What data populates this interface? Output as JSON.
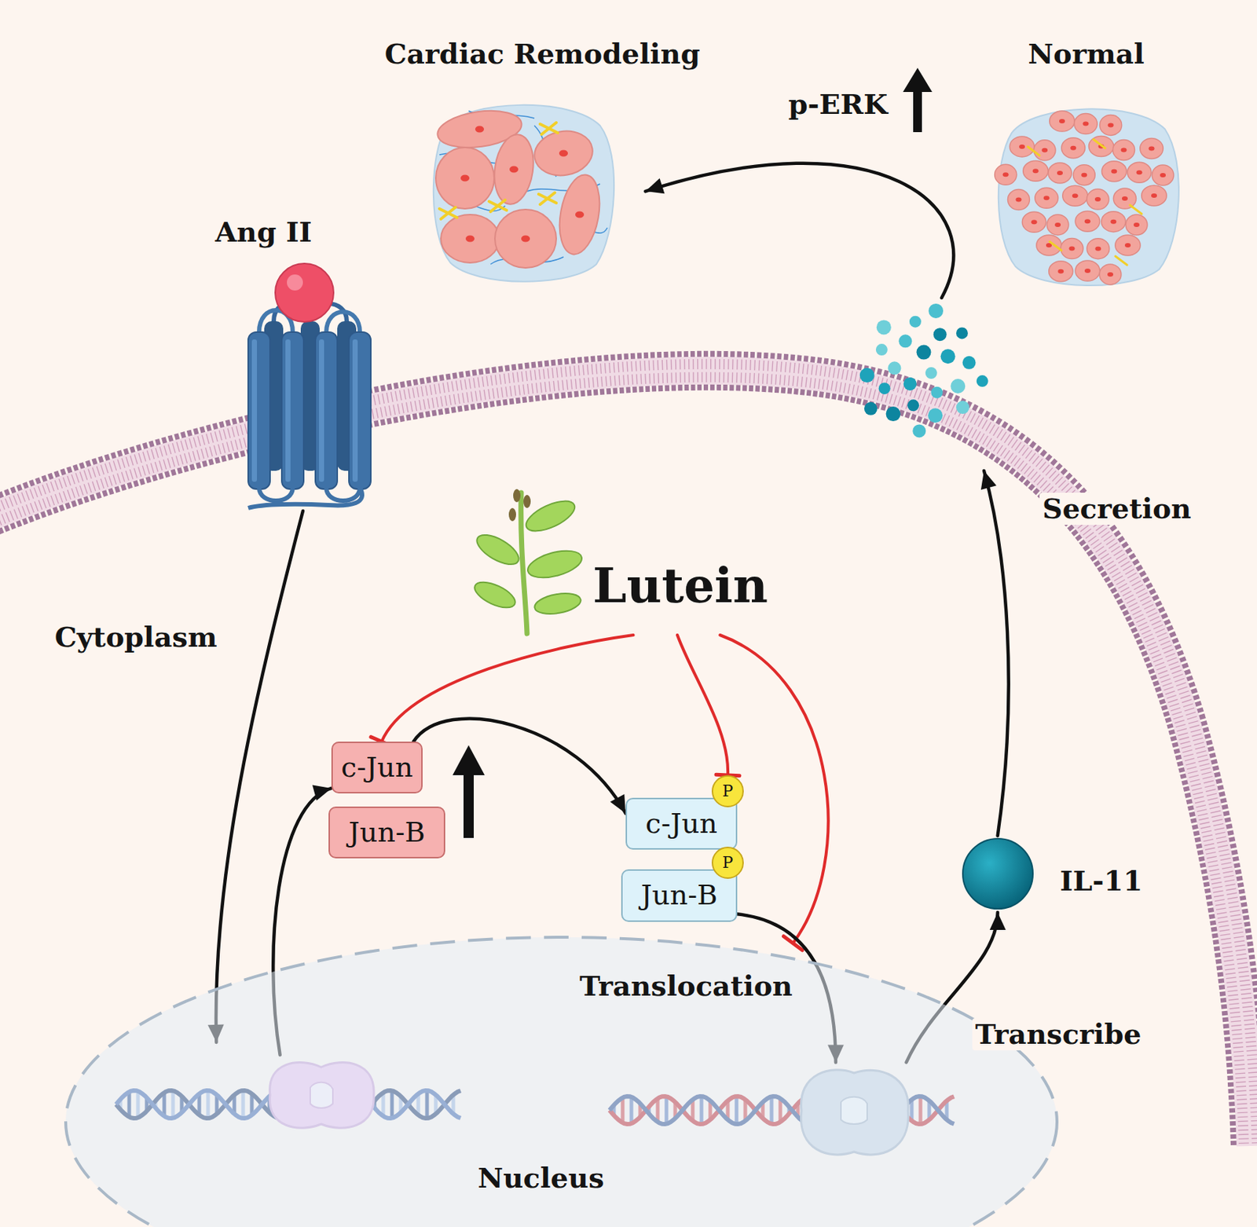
{
  "diagram": {
    "nodes": [
      {
        "text": [
          "Cardiac Remodeling"
        ]
      },
      {
        "text": [
          "Normal"
        ]
      },
      {
        "text": [
          "Ang II"
        ]
      },
      {
        "text": [
          "Lutein"
        ]
      },
      {
        "text": [
          "c-Jun"
        ]
      },
      {
        "text": [
          "Jun-B"
        ]
      },
      {
        "text": [
          "c-Jun"
        ]
      },
      {
        "text": [
          "P"
        ],
        "in": 6
      },
      {
        "text": [
          "Jun-B"
        ]
      },
      {
        "text": [
          "P"
        ],
        "in": 8
      },
      {
        "text": [
          "IL-11"
        ]
      },
      {
        "text": [
          "Nucleus"
        ]
      }
    ],
    "edges": [
      {
        "from": 2,
        "to": 11,
        "arrow": "to"
      },
      {
        "from": 11,
        "to": 4,
        "arrow": "to"
      },
      {
        "from": 4,
        "to": 6,
        "arrow": "to"
      },
      {
        "from": 3,
        "to": 4,
        "arrow": "to"
      },
      {
        "from": 3,
        "to": 7,
        "arrow": "to"
      },
      {
        "from": 3,
        "to": 11,
        "arrow": "to"
      },
      {
        "from": 8,
        "to": 11,
        "label": "Translocation",
        "arrow": "to"
      },
      {
        "from": 11,
        "to": 10,
        "label": "Transcribe",
        "arrow": "to"
      },
      {
        "from": 10,
        "to": 0,
        "label": "Secretion",
        "arrow": "to"
      }
    ],
    "labels": [
      "p-ERK",
      "Cytoplasm"
    ]
  }
}
